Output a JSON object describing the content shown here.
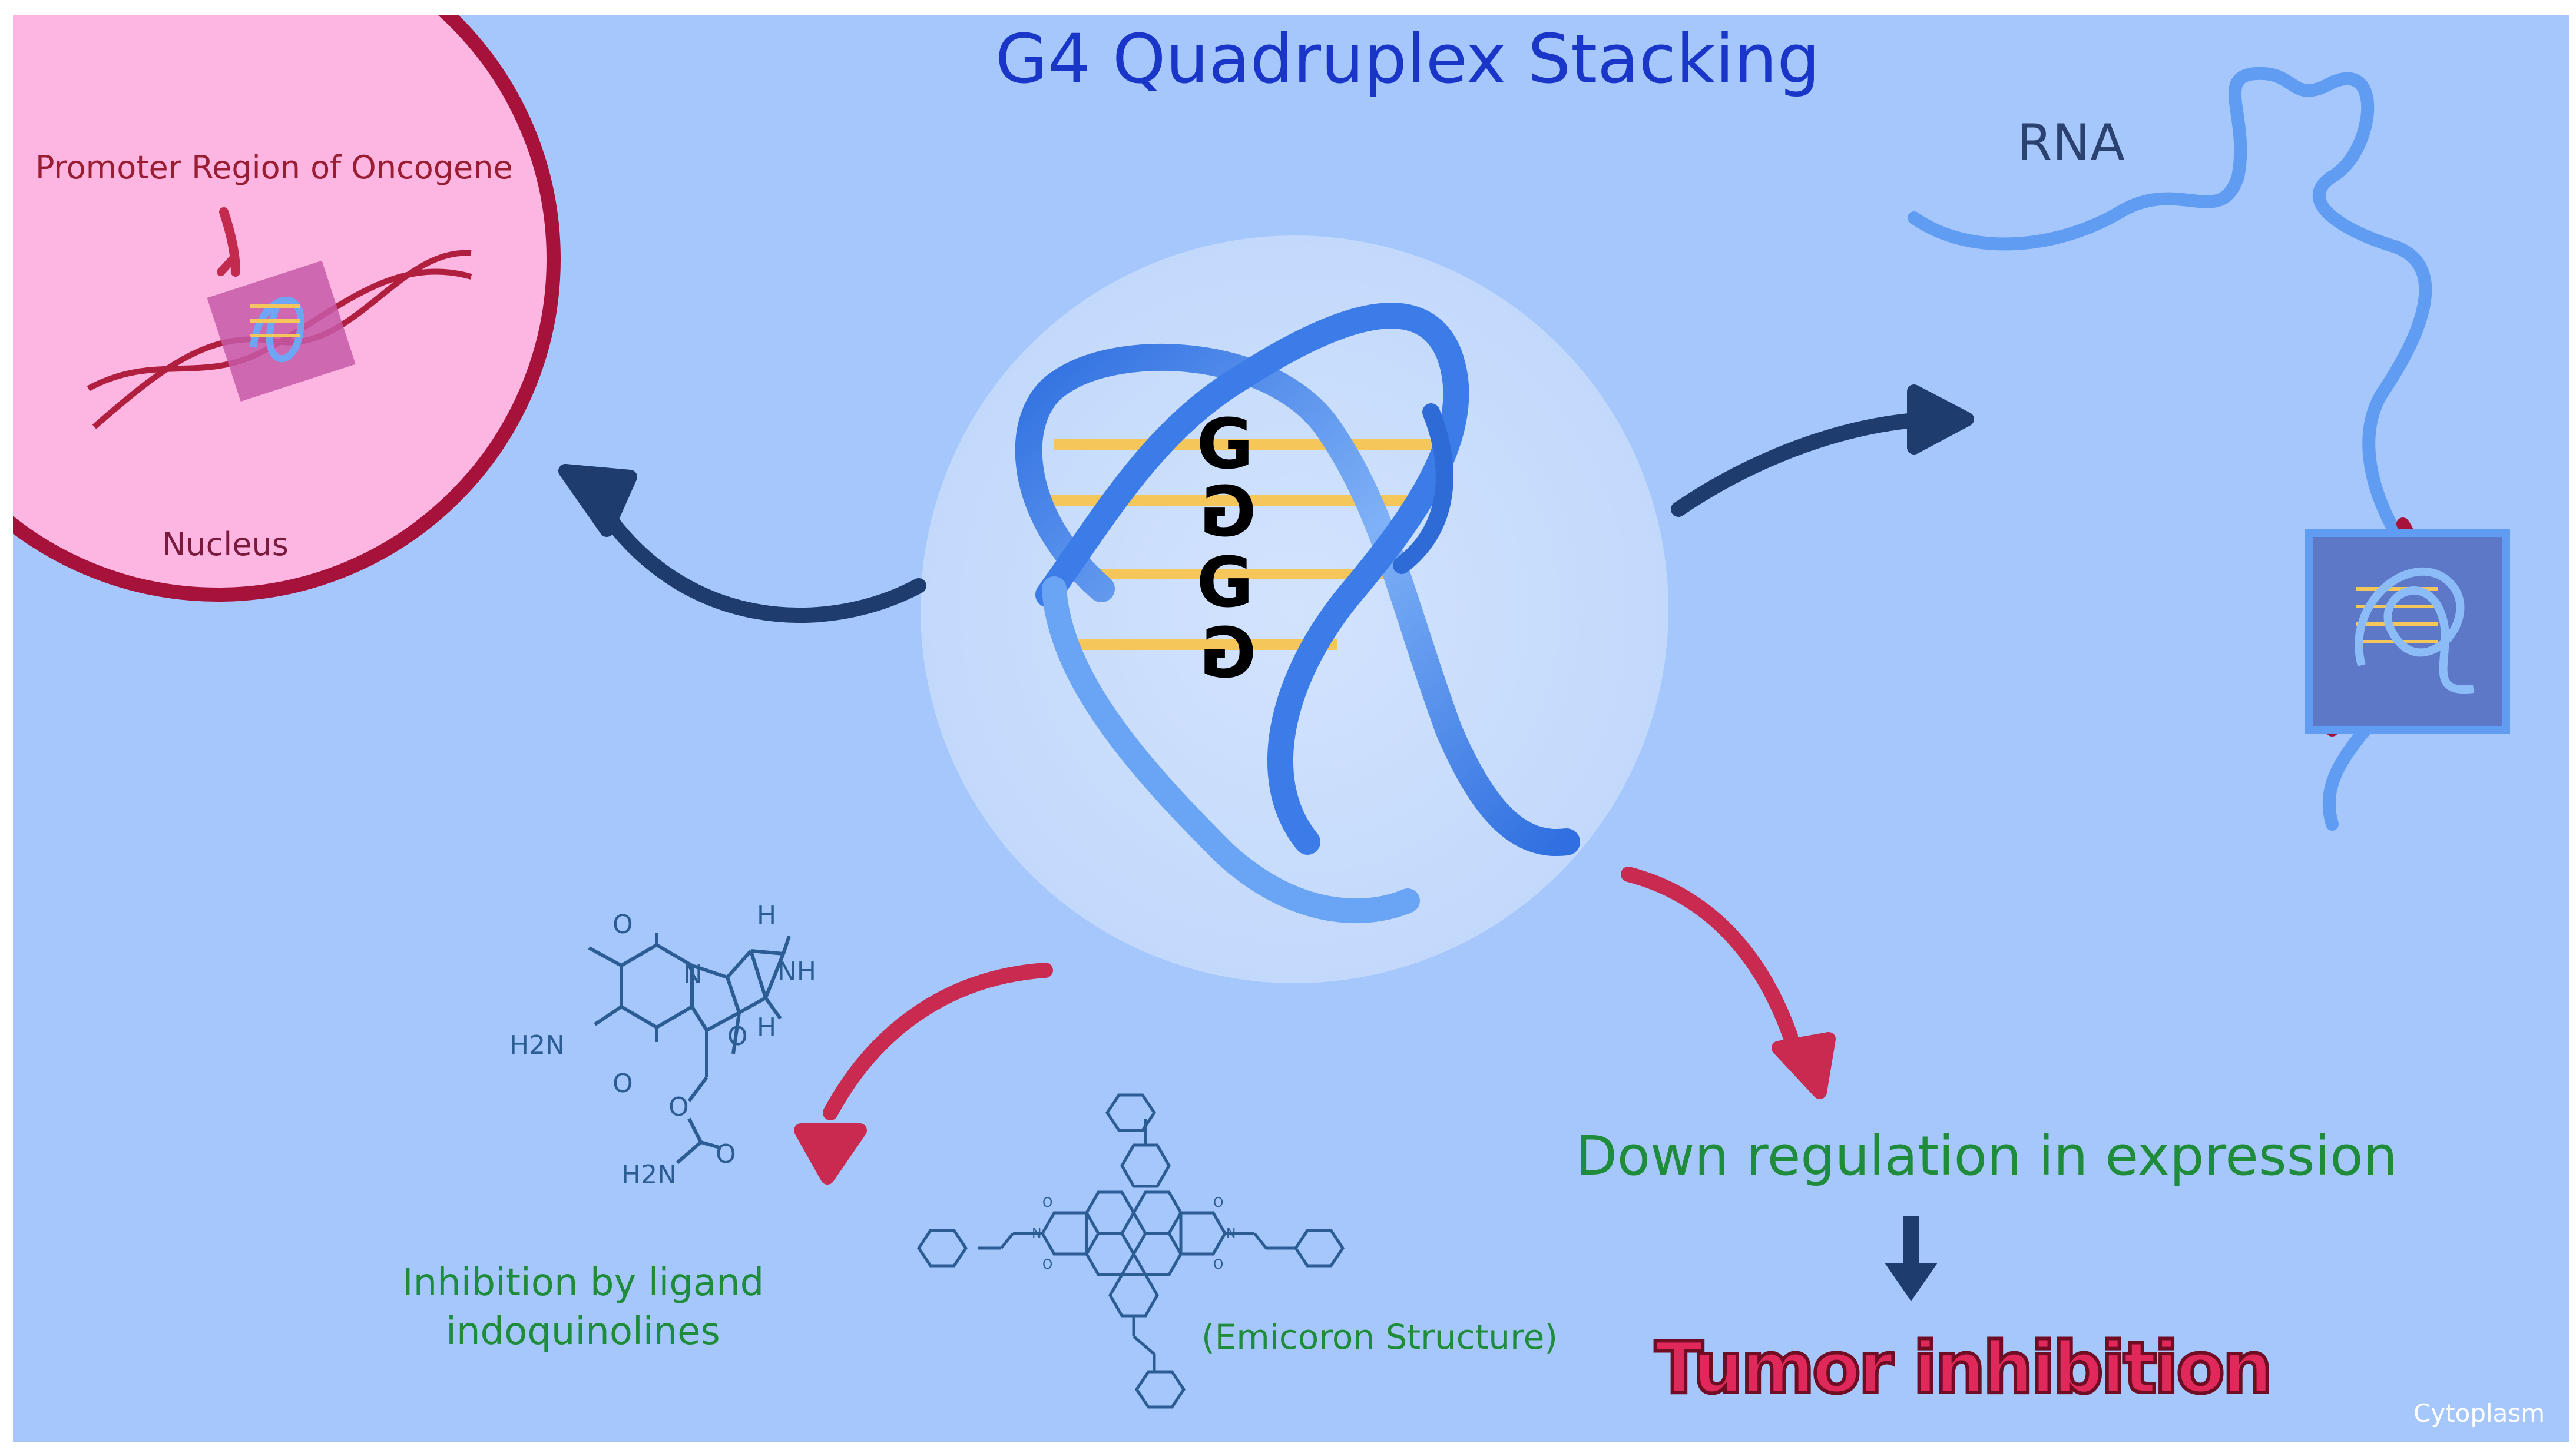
{
  "title": "G4 Quadruplex Stacking",
  "nucleus": {
    "label": "Nucleus",
    "promoter_label": "Promoter Region of Oncogene"
  },
  "rna_label": "RNA",
  "center": {
    "g_letters": [
      "G",
      "G",
      "G",
      "G"
    ]
  },
  "outcome": {
    "down_regulation": "Down regulation in expression",
    "tumor_inhibition": "Tumor inhibition"
  },
  "ligands": {
    "inhibition_label": "Inhibition by ligand indoquinolines",
    "emicoron_label": "(Emicoron Structure)",
    "mitomycin_atoms": {
      "o_top": "O",
      "o_bottom": "O",
      "h2n": "H2N",
      "n_ring": "N",
      "h_top": "H",
      "nh": "NH",
      "h_bottom": "H",
      "o_methoxy": "O",
      "o_ester": "O",
      "o_carbonyl": "O",
      "h2n_carbamate": "H2N"
    },
    "emicoron_atoms": {
      "n": "N",
      "o": "O"
    }
  },
  "cytoplasm_label": "Cytoplasm",
  "colors": {
    "background": "#a5c7fb",
    "nucleus_fill": "#fdb6e2",
    "nucleus_border": "#a7123b",
    "navy_arrow": "#1e3d6e",
    "red_arrow": "#c92a4f",
    "green_text": "#1f8c3c",
    "title_blue": "#1a36c8",
    "g_gold": "#d49a35",
    "rung_yellow": "#f5c65a",
    "ribbon_blue": "#4f8ef0"
  }
}
